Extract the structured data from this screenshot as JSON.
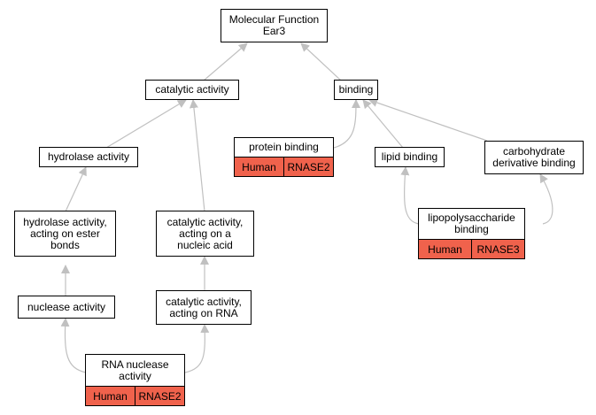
{
  "nodes": {
    "root": {
      "line1": "Molecular Function",
      "line2": "Ear3"
    },
    "catalytic": {
      "label": "catalytic activity"
    },
    "binding": {
      "label": "binding"
    },
    "hydrolase": {
      "label": "hydrolase activity"
    },
    "protein_binding": {
      "label": "protein binding",
      "species": "Human",
      "gene": "RNASE2"
    },
    "lipid_binding": {
      "label": "lipid binding"
    },
    "carb_binding": {
      "line1": "carbohydrate",
      "line2": "derivative binding"
    },
    "hydrolase_ester": {
      "line1": "hydrolase activity,",
      "line2": "acting on ester",
      "line3": "bonds"
    },
    "cat_nucleic": {
      "line1": "catalytic activity,",
      "line2": "acting on a",
      "line3": "nucleic acid"
    },
    "lps_binding": {
      "line1": "lipopolysaccharide",
      "line2": "binding",
      "species": "Human",
      "gene": "RNASE3"
    },
    "cat_rna": {
      "line1": "catalytic activity,",
      "line2": "acting on RNA"
    },
    "nuclease": {
      "label": "nuclease activity"
    },
    "rna_nuclease": {
      "line1": "RNA nuclease",
      "line2": "activity",
      "species": "Human",
      "gene": "RNASE2"
    }
  },
  "colors": {
    "annotation": "#f0624c",
    "edge": "#c0c0c0"
  }
}
